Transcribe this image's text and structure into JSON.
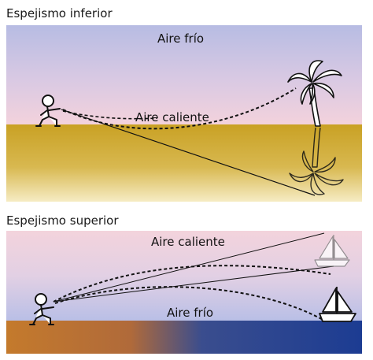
{
  "top": {
    "title": "Espejismo inferior",
    "cold_air_label": "Aire frío",
    "warm_air_label": "Aire caliente"
  },
  "bottom": {
    "title": "Espejismo superior",
    "warm_air_label": "Aire caliente",
    "cold_air_label": "Aire frío"
  },
  "colors": {
    "sky_top": "#b9bde3",
    "sky_pink": "#f0cfe0",
    "sand": "#c9a227",
    "sand_light": "#e8cf79",
    "sea_orange": "#c47a2c",
    "sea_blue": "#1f3f8f"
  }
}
